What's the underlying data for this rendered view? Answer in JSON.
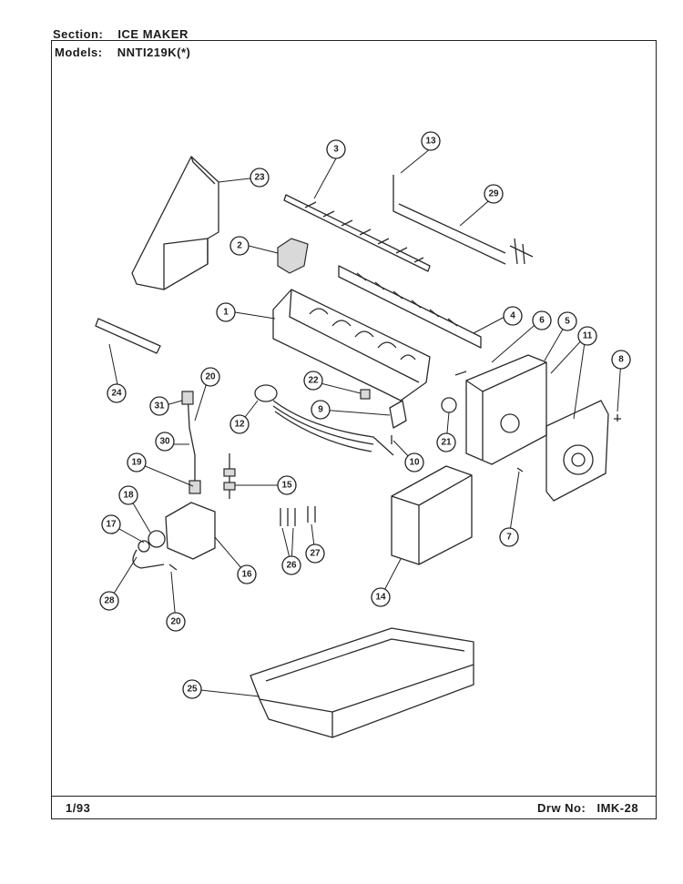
{
  "header": {
    "section_label": "Section:",
    "section_value": "ICE MAKER",
    "models_label": "Models:",
    "models_value": "NNTI219K(*)"
  },
  "footer": {
    "date": "1/93",
    "drawing_label": "Drw No:",
    "drawing_number": "IMK-28"
  },
  "callouts": [
    "1",
    "2",
    "3",
    "4",
    "5",
    "6",
    "7",
    "8",
    "9",
    "10",
    "11",
    "12",
    "13",
    "14",
    "15",
    "16",
    "17",
    "18",
    "19",
    "20",
    "20",
    "21",
    "22",
    "23",
    "24",
    "25",
    "26",
    "27",
    "28",
    "29",
    "30",
    "31"
  ]
}
